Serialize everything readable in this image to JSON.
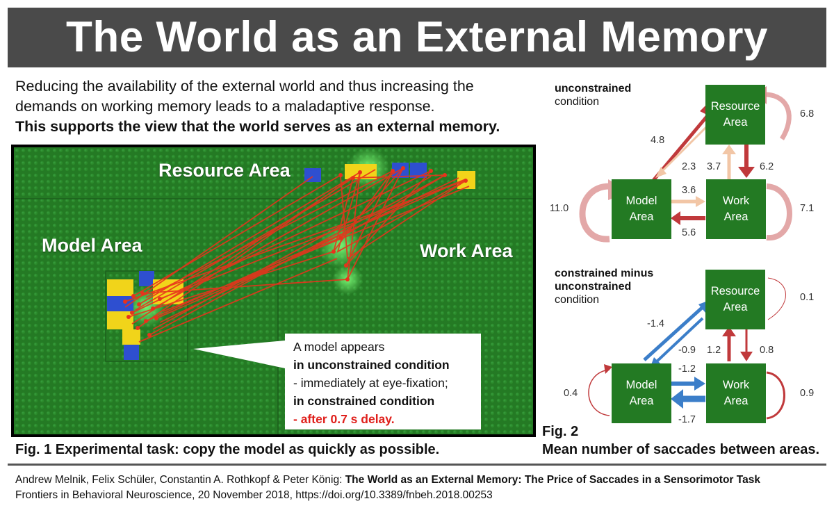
{
  "title": "The World as an External Memory",
  "intro": {
    "line1": "Reducing the availability of the external world and thus increasing the",
    "line2": "demands on working memory leads to a maladaptive response.",
    "line3": "This supports the view that the world serves as an external memory."
  },
  "fig1": {
    "resource_label": "Resource Area",
    "model_label": "Model Area",
    "work_label": "Work Area",
    "callout": {
      "line1": "A model appears",
      "line2": "in unconstrained condition",
      "line3": "- immediately at eye-fixation;",
      "line4": "in constrained condition",
      "line5": "- after 0.7 s delay."
    },
    "caption": "Fig. 1 Experimental task: copy the model as quickly as possible."
  },
  "fig2": {
    "top": {
      "label_bold": "unconstrained",
      "label_rest": "condition",
      "resource": [
        "Resource",
        "Area"
      ],
      "model": [
        "Model",
        "Area"
      ],
      "work": [
        "Work",
        "Area"
      ],
      "values": {
        "resource_self": "6.8",
        "model_to_resource": "4.8",
        "resource_to_model": "2.3",
        "work_to_resource": "3.7",
        "resource_to_work": "6.2",
        "model_to_work": "3.6",
        "work_to_model": "5.6",
        "model_self": "11.0",
        "work_self": "7.1"
      }
    },
    "bottom": {
      "label_bold1": "constrained minus",
      "label_bold2": "unconstrained",
      "label_rest": "condition",
      "resource": [
        "Resource",
        "Area"
      ],
      "model": [
        "Model",
        "Area"
      ],
      "work": [
        "Work",
        "Area"
      ],
      "values": {
        "resource_self": "0.1",
        "model_to_resource": "-1.4",
        "resource_to_model": "-0.9",
        "work_to_resource": "1.2",
        "resource_to_work": "0.8",
        "model_to_work": "-1.2",
        "work_to_model": "-1.7",
        "model_self": "0.4",
        "work_self": "0.9"
      }
    },
    "caption_line1": "Fig. 2",
    "caption_line2": "Mean number of saccades between areas."
  },
  "citation": {
    "authors": "Andrew Melnik, Felix Schüler, Constantin A. Rothkopf & Peter König: ",
    "paper_title": "The World as an External Memory: The Price of Saccades in a Sensorimotor Task",
    "journal": "Frontiers in Behavioral Neuroscience, 20 November 2018, https://doi.org/10.3389/fnbeh.2018.00253"
  },
  "colors": {
    "title_bg": "#4a4a4a",
    "board_green": "#247a24",
    "box_green": "#237a23",
    "increase_red": "#c0393b",
    "decrease_blue": "#3b7ec9",
    "highlight_red": "#e0201c"
  }
}
